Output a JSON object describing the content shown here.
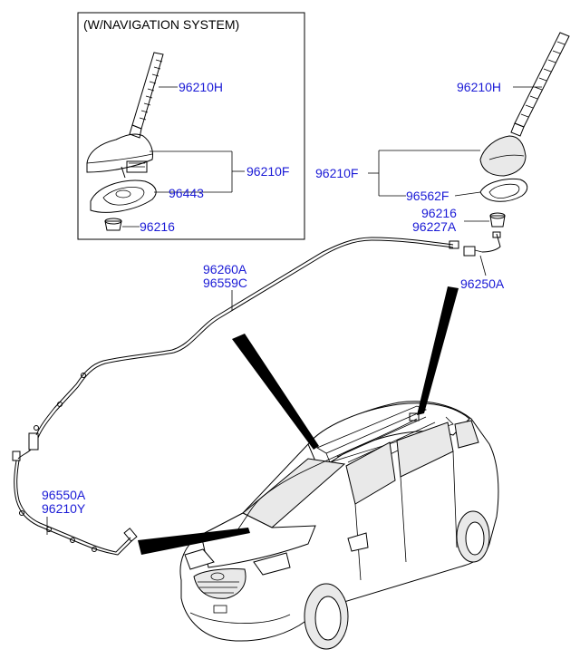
{
  "inset": {
    "title": "(W/NAVIGATION SYSTEM)",
    "labels": {
      "antenna_rod": "96210H",
      "antenna_assy": "96210F",
      "pad": "96443",
      "nut": "96216"
    }
  },
  "main": {
    "labels": {
      "antenna_rod": "96210H",
      "antenna_assy": "96210F",
      "gasket": "96562F",
      "nut": "96216",
      "nut_alt": "96227A",
      "cable_feeder": "96250A",
      "roof_cable_1": "96260A",
      "roof_cable_2": "96559C",
      "extension_cable_1": "96550A",
      "extension_cable_2": "96210Y"
    }
  },
  "colors": {
    "label": "#1a1ad6",
    "line": "#000000"
  }
}
